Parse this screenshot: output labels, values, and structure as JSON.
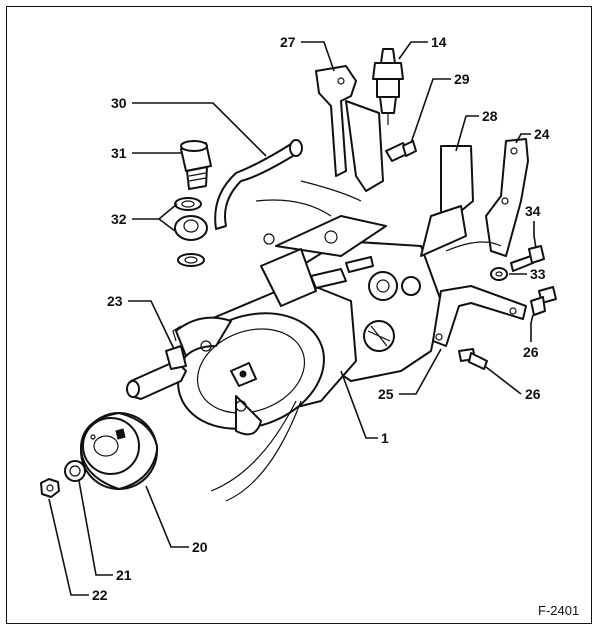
{
  "figure": {
    "reference": "F-2401",
    "labels": [
      {
        "id": "l27",
        "text": "27"
      },
      {
        "id": "l14",
        "text": "14"
      },
      {
        "id": "l29",
        "text": "29"
      },
      {
        "id": "l30",
        "text": "30"
      },
      {
        "id": "l28",
        "text": "28"
      },
      {
        "id": "l24",
        "text": "24"
      },
      {
        "id": "l31",
        "text": "31"
      },
      {
        "id": "l32",
        "text": "32"
      },
      {
        "id": "l34",
        "text": "34"
      },
      {
        "id": "l33",
        "text": "33"
      },
      {
        "id": "l23",
        "text": "23"
      },
      {
        "id": "l26a",
        "text": "26"
      },
      {
        "id": "l25",
        "text": "25"
      },
      {
        "id": "l26b",
        "text": "26"
      },
      {
        "id": "l1",
        "text": "1"
      },
      {
        "id": "l20",
        "text": "20"
      },
      {
        "id": "l21",
        "text": "21"
      },
      {
        "id": "l22",
        "text": "22"
      }
    ]
  }
}
